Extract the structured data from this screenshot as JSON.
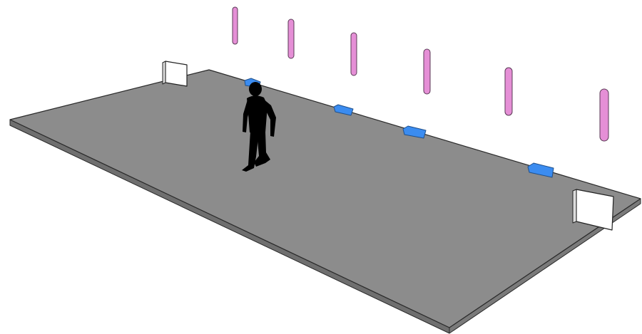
{
  "scene": {
    "floor_color": "#8c8c8c",
    "floor_edge_color": "#2a2a2a",
    "pole_color": "#e58fd6",
    "pole_edge_color": "#5a3a55",
    "sensor_color": "#3b8cf0",
    "sensor_edge_color": "#1f4f8a",
    "panel_color": "#ffffff",
    "panel_edge_color": "#222222",
    "person_color": "#000000",
    "pole_count": 6,
    "floor_sensor_count": 4,
    "panel_count": 2,
    "person_count": 1
  }
}
